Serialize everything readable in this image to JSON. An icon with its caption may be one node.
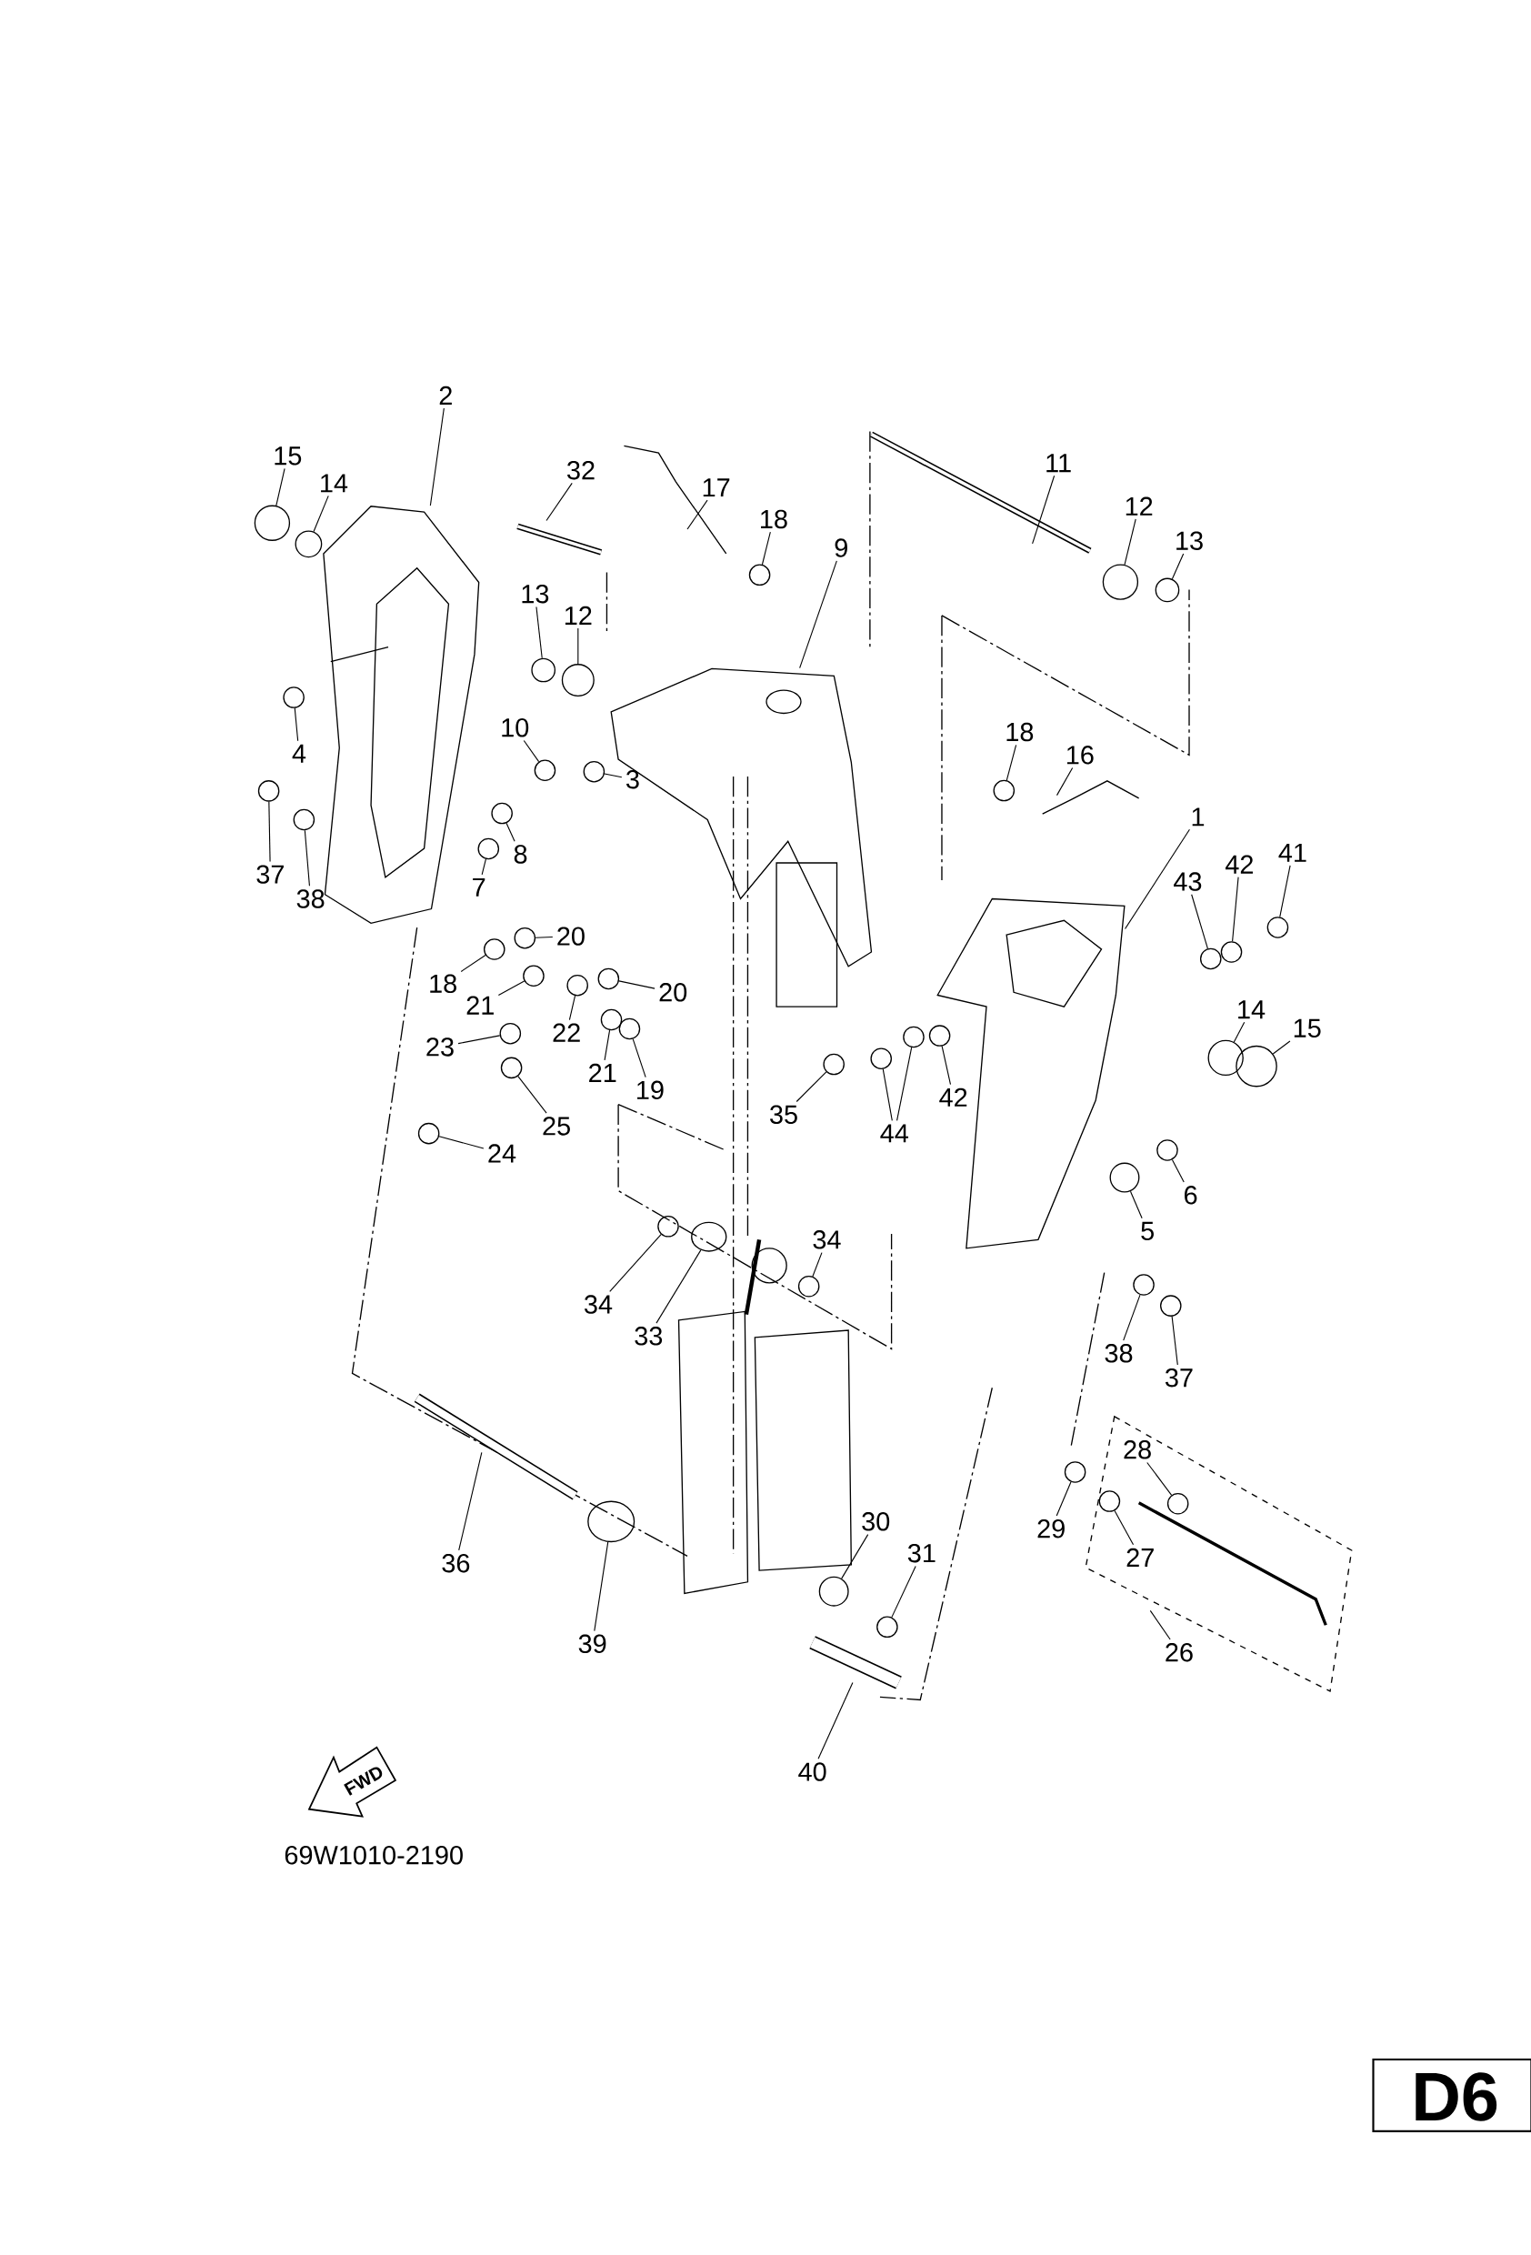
{
  "diagram": {
    "nodes": [
      {
        "text": [
          "2"
        ]
      },
      {
        "text": [
          "15"
        ]
      },
      {
        "text": [
          "11"
        ]
      },
      {
        "text": [
          "32"
        ]
      },
      {
        "text": [
          "14"
        ]
      },
      {
        "text": [
          "17"
        ]
      },
      {
        "text": [
          "12"
        ]
      },
      {
        "text": [
          "18"
        ]
      },
      {
        "text": [
          "13"
        ]
      },
      {
        "text": [
          "9"
        ]
      },
      {
        "text": [
          "13"
        ]
      },
      {
        "text": [
          "12"
        ]
      },
      {
        "text": [
          "10"
        ]
      },
      {
        "text": [
          "18"
        ]
      },
      {
        "text": [
          "4"
        ]
      },
      {
        "text": [
          "16"
        ]
      },
      {
        "text": [
          "3"
        ]
      },
      {
        "text": [
          "1"
        ]
      },
      {
        "text": [
          "41"
        ]
      },
      {
        "text": [
          "8"
        ]
      },
      {
        "text": [
          "42"
        ]
      },
      {
        "text": [
          "37"
        ]
      },
      {
        "text": [
          "43"
        ]
      },
      {
        "text": [
          "7"
        ]
      },
      {
        "text": [
          "38"
        ]
      },
      {
        "text": [
          "20"
        ]
      },
      {
        "text": [
          "18"
        ]
      },
      {
        "text": [
          "20"
        ]
      },
      {
        "text": [
          "21"
        ]
      },
      {
        "text": [
          "14"
        ]
      },
      {
        "text": [
          "15"
        ]
      },
      {
        "text": [
          "22"
        ]
      },
      {
        "text": [
          "23"
        ]
      },
      {
        "text": [
          "21"
        ]
      },
      {
        "text": [
          "19"
        ]
      },
      {
        "text": [
          "42"
        ]
      },
      {
        "text": [
          "35"
        ]
      },
      {
        "text": [
          "25"
        ]
      },
      {
        "text": [
          "44"
        ]
      },
      {
        "text": [
          "24"
        ]
      },
      {
        "text": [
          "6"
        ]
      },
      {
        "text": [
          "5"
        ]
      },
      {
        "text": [
          "34"
        ]
      },
      {
        "text": [
          "34"
        ]
      },
      {
        "text": [
          "33"
        ]
      },
      {
        "text": [
          "38"
        ]
      },
      {
        "text": [
          "37"
        ]
      },
      {
        "text": [
          "28"
        ]
      },
      {
        "text": [
          "30"
        ]
      },
      {
        "text": [
          "29"
        ]
      },
      {
        "text": [
          "31"
        ]
      },
      {
        "text": [
          "27"
        ]
      },
      {
        "text": [
          "36"
        ]
      },
      {
        "text": [
          "39"
        ]
      },
      {
        "text": [
          "26"
        ]
      },
      {
        "text": [
          "40"
        ]
      },
      {
        "text": [],
        "shape": "circle"
      },
      {
        "text": [],
        "shape": "circle"
      },
      {
        "text": [],
        "shape": "circle"
      },
      {
        "text": [],
        "shape": "circle"
      },
      {
        "text": [],
        "shape": "circle"
      },
      {
        "text": [],
        "shape": "circle"
      },
      {
        "text": [],
        "shape": "circle"
      },
      {
        "text": [],
        "shape": "circle"
      },
      {
        "text": [],
        "shape": "circle"
      },
      {
        "text": [],
        "shape": "circle"
      },
      {
        "text": [],
        "shape": "circle"
      },
      {
        "text": [],
        "shape": "circle"
      },
      {
        "text": [],
        "shape": "circle"
      },
      {
        "text": [],
        "shape": "circle"
      },
      {
        "text": [],
        "shape": "circle"
      },
      {
        "text": [],
        "shape": "circle"
      },
      {
        "text": [],
        "shape": "circle"
      },
      {
        "text": [],
        "shape": "circle"
      },
      {
        "text": [],
        "shape": "circle"
      },
      {
        "text": [],
        "shape": "circle"
      },
      {
        "text": [],
        "shape": "circle"
      },
      {
        "text": [],
        "shape": "circle"
      },
      {
        "text": [],
        "shape": "circle"
      },
      {
        "text": [],
        "shape": "circle"
      },
      {
        "text": [],
        "shape": "circle"
      },
      {
        "text": [],
        "shape": "circle"
      },
      {
        "text": [],
        "shape": "circle"
      },
      {
        "text": [],
        "shape": "circle"
      },
      {
        "text": [],
        "shape": "circle"
      },
      {
        "text": [],
        "shape": "circle"
      },
      {
        "text": [],
        "shape": "circle"
      },
      {
        "text": [],
        "shape": "circle"
      },
      {
        "text": [],
        "shape": "circle"
      },
      {
        "text": [],
        "shape": "circle"
      },
      {
        "text": [],
        "shape": "circle"
      },
      {
        "text": [],
        "shape": "circle"
      },
      {
        "text": [],
        "shape": "circle"
      },
      {
        "text": [],
        "shape": "circle"
      },
      {
        "text": [],
        "shape": "circle"
      },
      {
        "text": [],
        "shape": "circle"
      },
      {
        "text": [],
        "shape": "circle"
      },
      {
        "text": [],
        "shape": "circle"
      },
      {
        "text": [],
        "shape": "circle"
      },
      {
        "text": [],
        "shape": "circle"
      },
      {
        "text": [],
        "shape": "circle"
      },
      {
        "text": [],
        "shape": "picture"
      },
      {
        "text": [],
        "shape": "picture"
      },
      {
        "text": [],
        "shape": "picture"
      },
      {
        "text": [],
        "shape": "cylinder"
      },
      {
        "text": [],
        "shape": "cylinder"
      }
    ],
    "edges": [
      {
        "from": 0,
        "to": 101,
        "arrow": "none"
      },
      {
        "from": 1,
        "to": 56,
        "arrow": "none"
      },
      {
        "from": 2,
        "to": null,
        "arrow": "none"
      },
      {
        "from": 3,
        "to": null,
        "arrow": "none"
      },
      {
        "from": 4,
        "to": 57,
        "arrow": "none"
      },
      {
        "from": 5,
        "to": null,
        "arrow": "none"
      },
      {
        "from": 6,
        "to": 58,
        "arrow": "none"
      },
      {
        "from": 7,
        "to": 59,
        "arrow": "none"
      },
      {
        "from": 8,
        "to": 60,
        "arrow": "none"
      },
      {
        "from": 9,
        "to": 102,
        "arrow": "none"
      },
      {
        "from": 10,
        "to": 61,
        "arrow": "none"
      },
      {
        "from": 11,
        "to": 62,
        "arrow": "none"
      },
      {
        "from": 12,
        "to": 63,
        "arrow": "none"
      },
      {
        "from": 13,
        "to": 64,
        "arrow": "none"
      },
      {
        "from": 14,
        "to": 65,
        "arrow": "none"
      },
      {
        "from": 15,
        "to": null,
        "arrow": "none"
      },
      {
        "from": 16,
        "to": 66,
        "arrow": "none"
      },
      {
        "from": 17,
        "to": 103,
        "arrow": "none"
      },
      {
        "from": 18,
        "to": 67,
        "arrow": "none"
      },
      {
        "from": 19,
        "to": 68,
        "arrow": "none"
      },
      {
        "from": 20,
        "to": 69,
        "arrow": "none"
      },
      {
        "from": 21,
        "to": 70,
        "arrow": "none"
      },
      {
        "from": 22,
        "to": 71,
        "arrow": "none"
      },
      {
        "from": 23,
        "to": 72,
        "arrow": "none"
      },
      {
        "from": 24,
        "to": 73,
        "arrow": "none"
      },
      {
        "from": 25,
        "to": 74,
        "arrow": "none"
      },
      {
        "from": 26,
        "to": 75,
        "arrow": "none"
      },
      {
        "from": 27,
        "to": 76,
        "arrow": "none"
      },
      {
        "from": 28,
        "to": 77,
        "arrow": "none"
      },
      {
        "from": 29,
        "to": 78,
        "arrow": "none"
      },
      {
        "from": 30,
        "to": 79,
        "arrow": "none"
      },
      {
        "from": 31,
        "to": 80,
        "arrow": "none"
      },
      {
        "from": 32,
        "to": 81,
        "arrow": "none"
      },
      {
        "from": 33,
        "to": 82,
        "arrow": "none"
      },
      {
        "from": 34,
        "to": 83,
        "arrow": "none"
      },
      {
        "from": 35,
        "to": 84,
        "arrow": "none"
      },
      {
        "from": 36,
        "to": 85,
        "arrow": "none"
      },
      {
        "from": 37,
        "to": 86,
        "arrow": "none"
      },
      {
        "from": 38,
        "to": 87,
        "arrow": "none"
      },
      {
        "from": 39,
        "to": 88,
        "arrow": "none"
      },
      {
        "from": 40,
        "to": 89,
        "arrow": "none"
      },
      {
        "from": 41,
        "to": 90,
        "arrow": "none"
      },
      {
        "from": 42,
        "to": 91,
        "arrow": "none"
      },
      {
        "from": 43,
        "to": 92,
        "arrow": "none"
      },
      {
        "from": 44,
        "to": 104,
        "arrow": "none"
      },
      {
        "from": 45,
        "to": 93,
        "arrow": "none"
      },
      {
        "from": 46,
        "to": 94,
        "arrow": "none"
      },
      {
        "from": 47,
        "to": 95,
        "arrow": "none"
      },
      {
        "from": 48,
        "to": 96,
        "arrow": "none"
      },
      {
        "from": 49,
        "to": 97,
        "arrow": "none"
      },
      {
        "from": 50,
        "to": 98,
        "arrow": "none"
      },
      {
        "from": 51,
        "to": 99,
        "arrow": "none"
      },
      {
        "from": 52,
        "to": null,
        "arrow": "none"
      },
      {
        "from": 53,
        "to": 105,
        "arrow": "none"
      },
      {
        "from": 54,
        "to": null,
        "arrow": "none"
      },
      {
        "from": 55,
        "to": null,
        "arrow": "none"
      },
      {
        "from": 38,
        "to": 100,
        "arrow": "none"
      }
    ],
    "labels": [
      "FWD",
      "69W1010-2190",
      "D6"
    ]
  }
}
